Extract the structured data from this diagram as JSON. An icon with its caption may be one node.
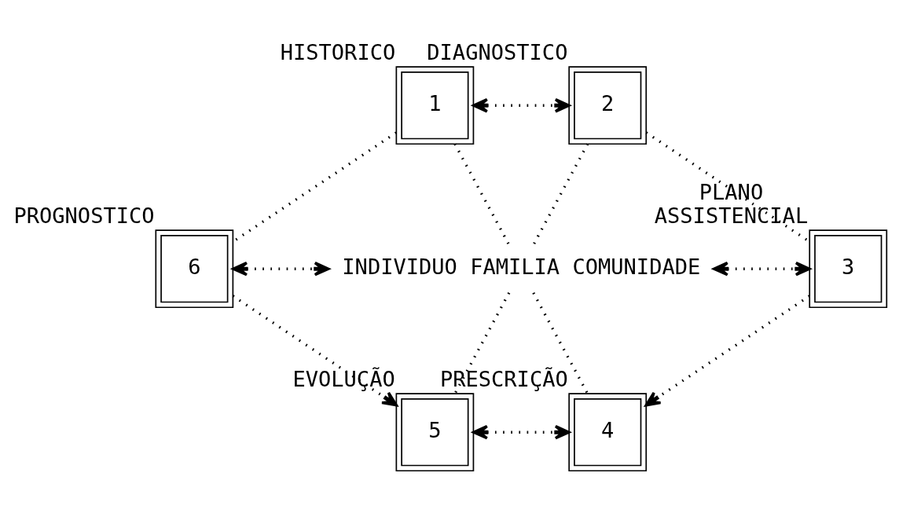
{
  "diagram": {
    "nodes": [
      {
        "text": [
          "1"
        ],
        "beside": [
          "HISTORICO"
        ]
      },
      {
        "text": [
          "2"
        ],
        "beside": [
          "DIAGNOSTICO"
        ]
      },
      {
        "text": [
          "6"
        ],
        "beside": [
          "PROGNOSTICO"
        ]
      },
      {
        "text": [
          "INDIVIDUO FAMILIA COMUNIDADE"
        ]
      },
      {
        "text": [
          "3"
        ],
        "beside": [
          "PLANO",
          "ASSISTENCIAL"
        ]
      },
      {
        "text": [
          "5"
        ],
        "beside": [
          "EVOLUÇÃO"
        ]
      },
      {
        "text": [
          "4"
        ],
        "beside": [
          "PRESCRIÇÃO"
        ]
      }
    ],
    "edges": [
      {
        "from": 0,
        "to": 1,
        "arrow": "both"
      },
      {
        "from": 0,
        "to": 2,
        "arrow": "none"
      },
      {
        "from": 0,
        "to": 3,
        "arrow": "none"
      },
      {
        "from": 1,
        "to": 3,
        "arrow": "none"
      },
      {
        "from": 1,
        "to": 4,
        "arrow": "none"
      },
      {
        "from": 2,
        "to": 3,
        "arrow": "both"
      },
      {
        "from": 3,
        "to": 4,
        "arrow": "both"
      },
      {
        "from": 2,
        "to": 5,
        "arrow": "to"
      },
      {
        "from": 3,
        "to": 5,
        "arrow": "none"
      },
      {
        "from": 3,
        "to": 6,
        "arrow": "none"
      },
      {
        "from": 4,
        "to": 6,
        "arrow": "to"
      },
      {
        "from": 5,
        "to": 6,
        "arrow": "both"
      }
    ]
  }
}
